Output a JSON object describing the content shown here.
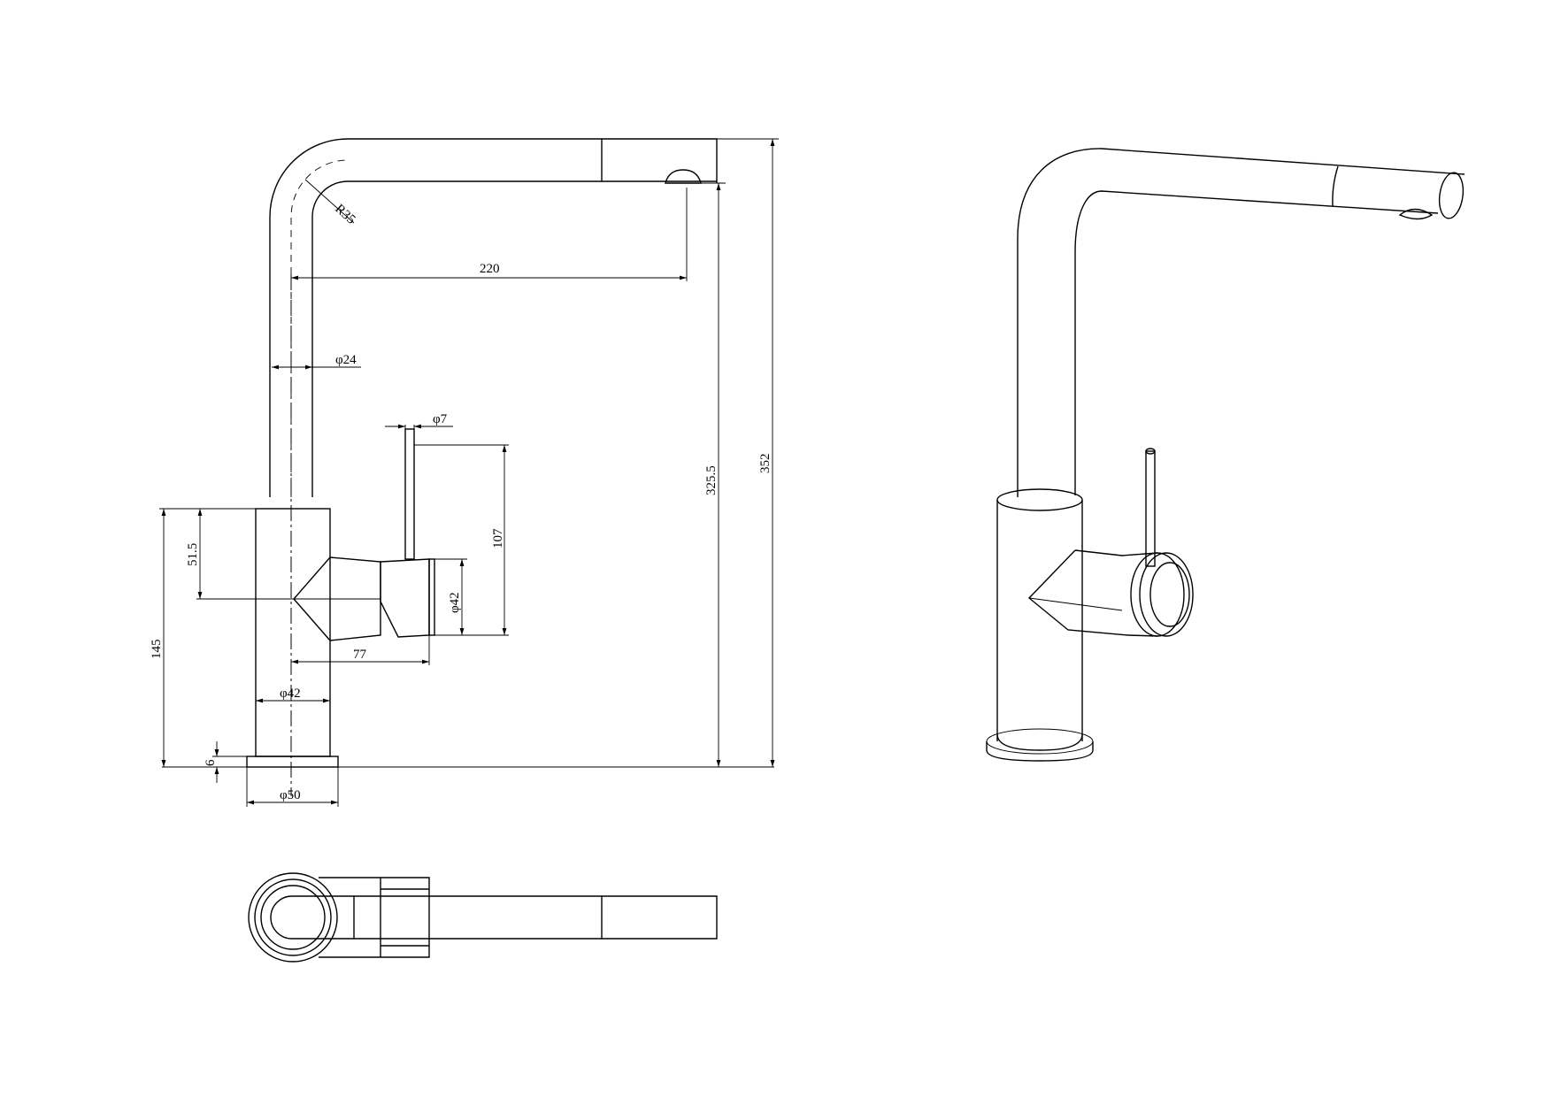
{
  "dimensions": {
    "bend_radius": "R35",
    "spout_reach": "220",
    "spout_diameter": "φ24",
    "lever_diameter": "φ7",
    "total_height": "352",
    "spout_height": "325.5",
    "lever_height": "107",
    "body_upper_height": "51.5",
    "handle_diameter": "φ42",
    "body_height": "145",
    "handle_reach": "77",
    "body_diameter": "φ42",
    "base_thickness": "6",
    "base_diameter": "φ50"
  }
}
